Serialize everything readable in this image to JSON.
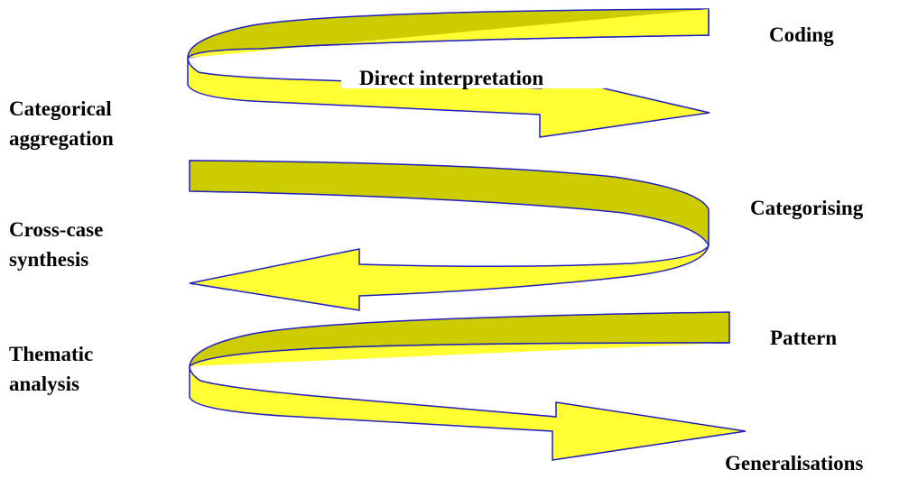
{
  "diagram": {
    "labels": {
      "coding": "Coding",
      "direct_interpretation": "Direct interpretation",
      "categorical_aggregation_1": "Categorical",
      "categorical_aggregation_2": "aggregation",
      "categorising": "Categorising",
      "cross_case_1": "Cross-case",
      "cross_case_2": "synthesis",
      "pattern": "Pattern",
      "thematic_1": "Thematic",
      "thematic_2": "analysis",
      "generalisations": "Generalisations"
    },
    "colors": {
      "ribbon_front": "#ffff33",
      "ribbon_back": "#cccc00",
      "outline": "#1f1fc0",
      "text": "#000000",
      "background": "#ffffff"
    }
  }
}
